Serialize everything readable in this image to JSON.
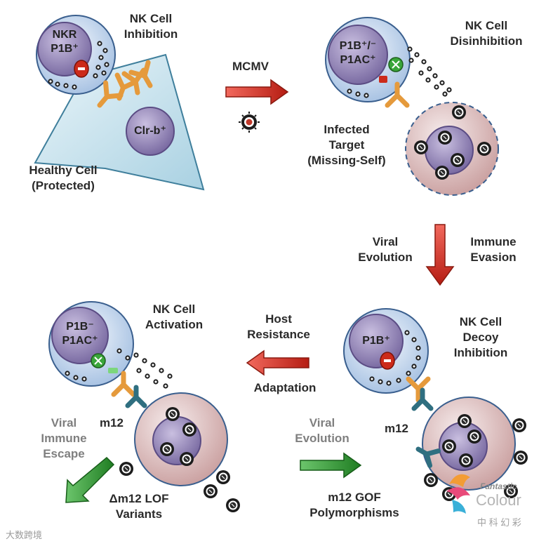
{
  "panels": {
    "top_left": {
      "nk_label": [
        "NK Cell",
        "Inhibition"
      ],
      "receptor_line1": "NKR",
      "receptor_line2": "P1B⁺",
      "target_nucleus": "Clr-b⁺",
      "target_label": [
        "Healthy Cell",
        "(Protected)"
      ]
    },
    "top_right": {
      "nk_label": [
        "NK Cell",
        "Disinhibition"
      ],
      "receptor_line1": "P1B⁺/⁻",
      "receptor_line2": "P1AC⁺",
      "target_label": [
        "Infected",
        "Target",
        "(Missing-Self)"
      ]
    },
    "bottom_right": {
      "nk_label": [
        "NK Cell",
        "Decoy",
        "Inhibition"
      ],
      "receptor_line1": "P1B⁺",
      "decoy_label": "m12"
    },
    "bottom_left": {
      "nk_label": [
        "NK Cell",
        "Activation"
      ],
      "receptor_line1": "P1B⁻",
      "receptor_line2": "P1AC⁺",
      "decoy_label": "m12"
    }
  },
  "arrows": {
    "mcmv": {
      "label": "MCMV",
      "color": "#d8281e"
    },
    "viral_evolution_down": {
      "left_label": [
        "Viral",
        "Evolution"
      ],
      "right_label": [
        "Immune",
        "Evasion"
      ],
      "color": "#d8281e"
    },
    "host_resistance": {
      "top_label": [
        "Host",
        "Resistance"
      ],
      "bottom_label": "Adaptation",
      "color": "#d8281e"
    },
    "viral_evolution_gof": {
      "top_label": [
        "Viral",
        "Evolution"
      ],
      "bottom_label": [
        "m12 GOF",
        "Polymorphisms"
      ],
      "color": "#2e9a2e"
    },
    "viral_escape": {
      "top_label": [
        "Viral",
        "Immune",
        "Escape"
      ],
      "bottom_label": [
        "Δm12 LOF",
        "Variants"
      ],
      "color": "#2e9a2e"
    }
  },
  "colors": {
    "nk_cell": "#dbe7f5",
    "nk_nucleus": "#8f7fb0",
    "receptor": "#e59a3c",
    "inhibitory": "#cc2a1a",
    "activating": "#3aa63a",
    "decoy_m12": "#2f6f80",
    "healthy_cell": "#cfe6ef",
    "infected_cell": "#e8cfcf",
    "virus": "#222222"
  },
  "watermarks": {
    "left": "大数跨境",
    "right_brand": [
      "Fantastic",
      "Colour"
    ],
    "right_cn": "中 科 幻 彩"
  }
}
